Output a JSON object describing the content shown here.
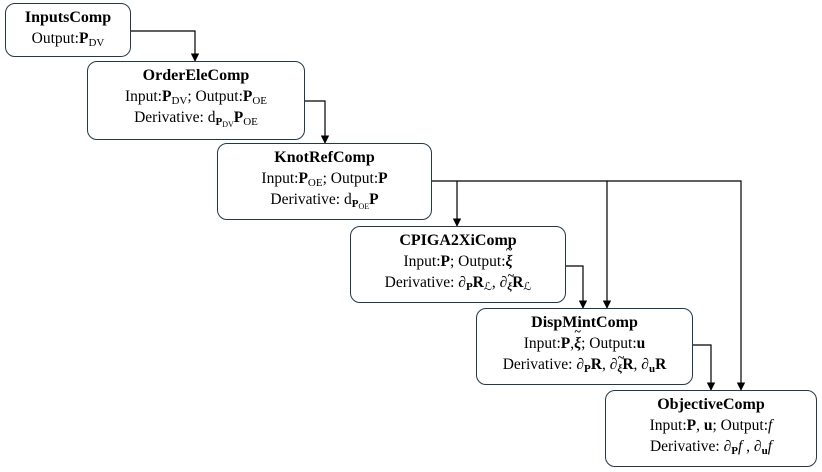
{
  "nodes": {
    "inputs": {
      "title": "InputsComp",
      "output_label": "Output:",
      "output_sym": "P",
      "output_sub": "DV"
    },
    "orderele": {
      "title": "OrderEleComp",
      "input_label": "Input:",
      "input_sym": "P",
      "input_sub": "DV",
      "sep": "; Output:",
      "output_sym": "P",
      "output_sub": "OE",
      "deriv_label": "Derivative: d",
      "deriv_sub_sym": "P",
      "deriv_sub_sub": "DV",
      "deriv_sym": "P",
      "deriv_sym_sub": "OE"
    },
    "knotref": {
      "title": "KnotRefComp",
      "input_label": "Input:",
      "input_sym": "P",
      "input_sub": "OE",
      "sep": "; Output:",
      "output_sym": "P",
      "deriv_label": "Derivative: d",
      "deriv_sub_sym": "P",
      "deriv_sub_sub": "OE",
      "deriv_sym": "P"
    },
    "cpiga": {
      "title": "CPIGA2XiComp",
      "input_label": "Input:",
      "input_sym": "P",
      "sep": "; Output:",
      "output_sym": "ξ",
      "deriv_label": "Derivative: ∂",
      "d1_sub": "P",
      "d1_sym": "R",
      "d1_symsub": "ℒ",
      "comma": ", ∂",
      "d2_sub": "ξ",
      "d2_sym": "R",
      "d2_symsub": "ℒ"
    },
    "dispmint": {
      "title": "DispMintComp",
      "input_label": "Input:",
      "input_sym1": "P",
      "input_comma": ",",
      "input_sym2": "ξ",
      "sep": "; Output:",
      "output_sym": "u",
      "deriv_label": "Derivative: ∂",
      "d1_sub": "P",
      "d1_sym": "R",
      "comma1": ", ∂",
      "d2_sub": "ξ",
      "d2_sym": "R",
      "comma2": ", ∂",
      "d3_sub": "u",
      "d3_sym": "R"
    },
    "objective": {
      "title": "ObjectiveComp",
      "input_label": "Input:",
      "input_sym1": "P",
      "input_comma": ", ",
      "input_sym2": "u",
      "sep": "; Output:",
      "output_sym": "f",
      "deriv_label": "Derivative: ∂",
      "d1_sub": "P",
      "d1_sym": "f",
      "comma": " , ∂",
      "d2_sub": "u",
      "d2_sym": "f"
    }
  }
}
